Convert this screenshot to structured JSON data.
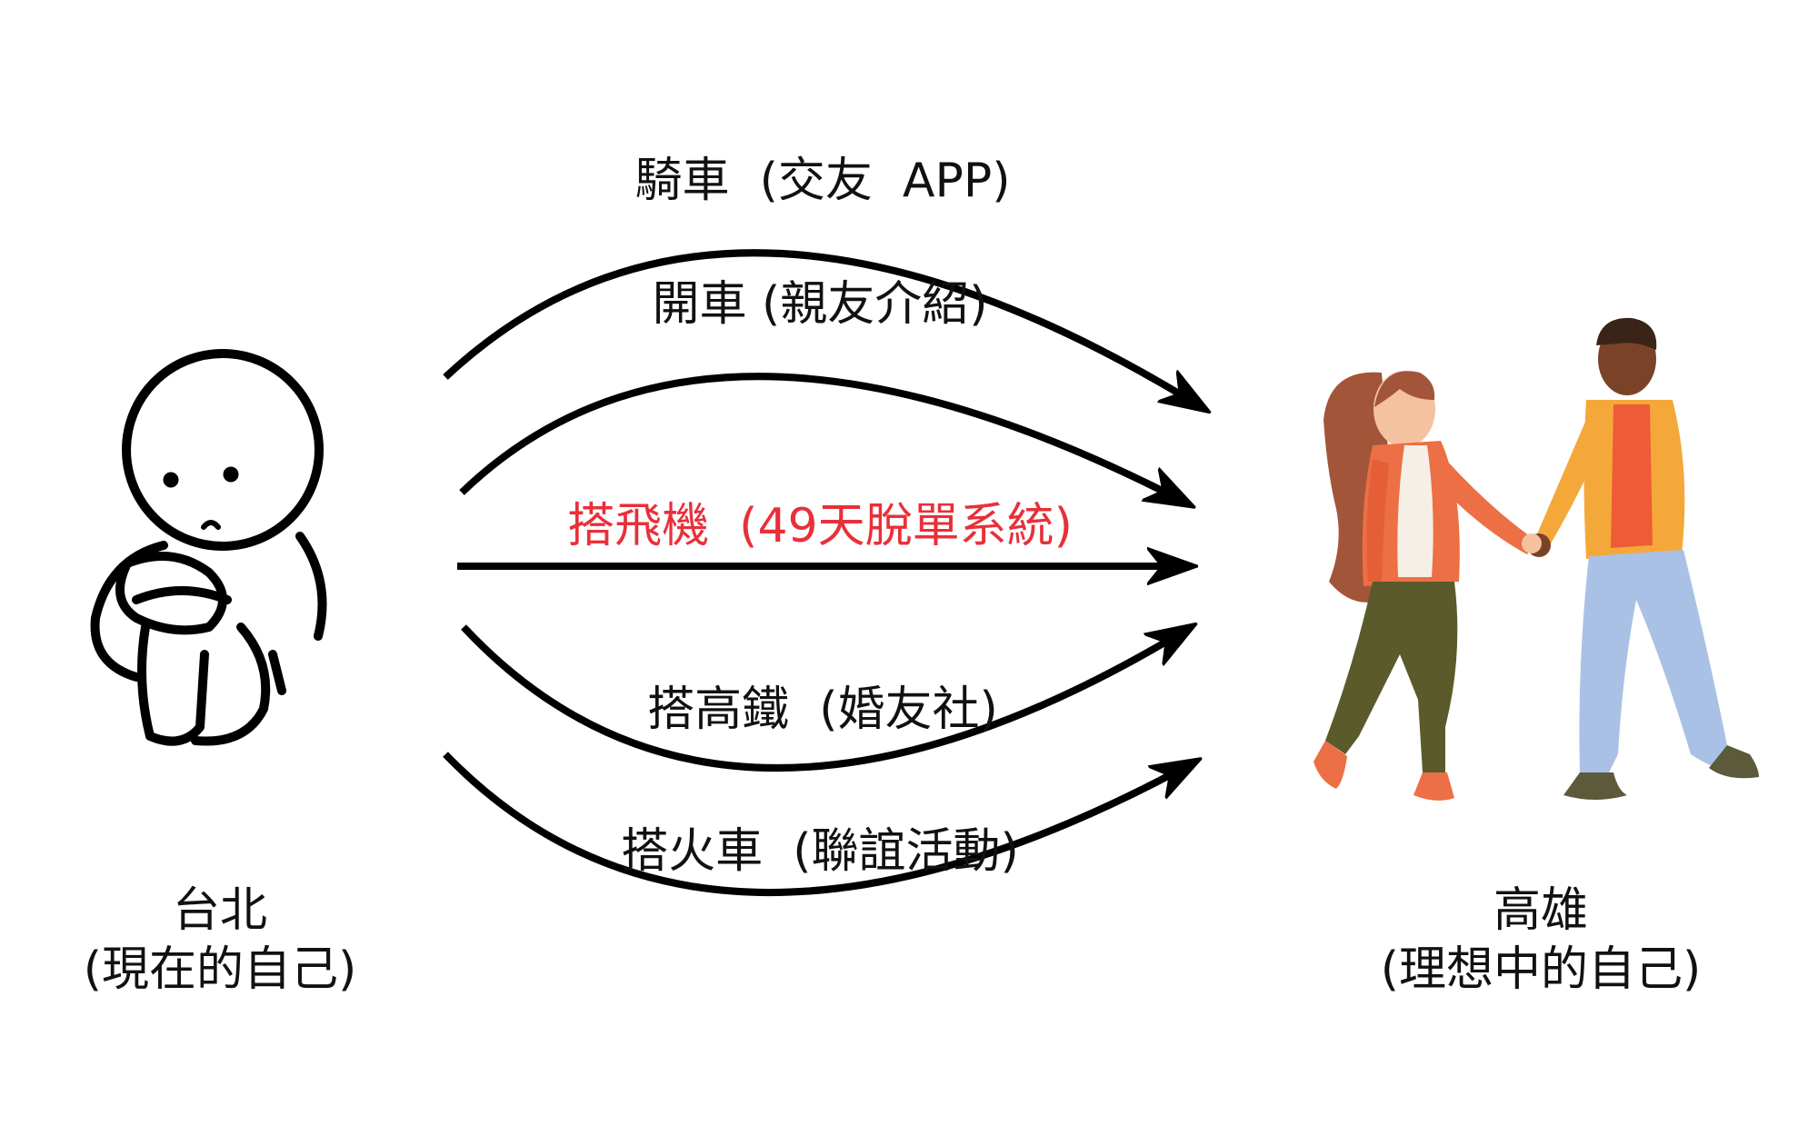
{
  "origin": {
    "name": "台北",
    "subtitle": "(現在的自己)",
    "icon": "sad-person-hugging-knees-icon"
  },
  "destination": {
    "name": "高雄",
    "subtitle": "(理想中的自己)",
    "icon": "couple-walking-hand-in-hand-icon"
  },
  "routes": [
    {
      "label": "騎車  (交友  APP)",
      "color": "#111111"
    },
    {
      "label": "開車 (親友介紹)",
      "color": "#111111"
    },
    {
      "label": "搭飛機  (49天脫單系統)",
      "color": "#e8303a"
    },
    {
      "label": "搭高鐵  (婚友社)",
      "color": "#111111"
    },
    {
      "label": "搭火車  (聯誼活動)",
      "color": "#111111"
    }
  ],
  "colors": {
    "arrow": "#000000",
    "highlight": "#e8303a",
    "woman_jacket": "#ec6f45",
    "woman_hair": "#a3553a",
    "woman_pants": "#5b5a2b",
    "man_jacket": "#f5a83a",
    "man_shirt": "#ee5b35",
    "man_pants": "#a9c1e4",
    "skin_light": "#f4c29f",
    "skin_dark": "#7a4328"
  }
}
